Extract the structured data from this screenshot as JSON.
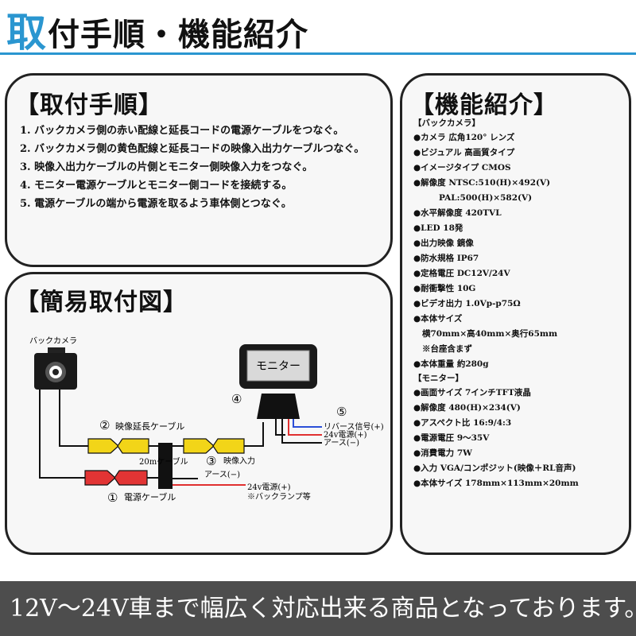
{
  "title": {
    "first": "取",
    "rest": "付手順・機能紹介"
  },
  "steps": {
    "heading": "【取付手順】",
    "items": [
      "1. バックカメラ側の赤い配線と延長コードの電源ケーブルをつなぐ。",
      "2. バックカメラ側の黄色配線と延長コードの映像入出力ケーブルつなぐ。",
      "3. 映像入出力ケーブルの片側とモニター側映像入力をつなぐ。",
      "4. モニター電源ケーブルとモニター側コードを接続する。",
      "5. 電源ケーブルの端から電源を取るよう車体側とつなぐ。"
    ]
  },
  "diagram": {
    "heading": "【簡易取付図】",
    "camera_label": "バックカメラ",
    "monitor_label": "モニター",
    "num1": "①",
    "label1": "電源ケーブル",
    "num2": "②",
    "label2": "映像延長ケーブル",
    "num3": "③",
    "label3": "映像入力",
    "num4": "④",
    "num5": "⑤",
    "cable_20m": "20mケーブル",
    "earth1": "アース(−)",
    "power24": "24v電源(+)",
    "backlamp": "※バックランプ等",
    "reverse": "リバース信号(+)",
    "power24b": "24v電源(+)",
    "earth2": "アース(−)"
  },
  "specs": {
    "heading": "【機能紹介】",
    "lines": [
      {
        "text": "【バックカメラ】",
        "type": "sec"
      },
      {
        "text": "●カメラ 広角120° レンズ",
        "type": "item"
      },
      {
        "text": "●ビジュアル 高画質タイプ",
        "type": "item"
      },
      {
        "text": "●イメージタイプ CMOS",
        "type": "item"
      },
      {
        "text": "●解像度 NTSC:510(H)×492(V)",
        "type": "item"
      },
      {
        "text": "PAL:500(H)×582(V)",
        "type": "indent2"
      },
      {
        "text": "●水平解像度 420TVL",
        "type": "item"
      },
      {
        "text": "●LED 18発",
        "type": "item"
      },
      {
        "text": "●出力映像 鏡像",
        "type": "item"
      },
      {
        "text": "●防水規格 IP67",
        "type": "item"
      },
      {
        "text": "●定格電圧 DC12V/24V",
        "type": "item"
      },
      {
        "text": "●耐衝撃性 10G",
        "type": "item"
      },
      {
        "text": "●ビデオ出力 1.0Vp-p75Ω",
        "type": "item"
      },
      {
        "text": "●本体サイズ",
        "type": "item"
      },
      {
        "text": "横70mm×高40mm×奥行65mm",
        "type": "indent"
      },
      {
        "text": "※台座含まず",
        "type": "indent"
      },
      {
        "text": "●本体重量 約280g",
        "type": "item"
      },
      {
        "text": "【モニター】",
        "type": "sec"
      },
      {
        "text": "●画面サイズ 7インチTFT液晶",
        "type": "item"
      },
      {
        "text": "●解像度 480(H)×234(V)",
        "type": "item"
      },
      {
        "text": "●アスペクト比 16:9/4:3",
        "type": "item"
      },
      {
        "text": "●電源電圧 9～35V",
        "type": "item"
      },
      {
        "text": "●消費電力 7W",
        "type": "item"
      },
      {
        "text": "●入力 VGA/コンポジット(映像＋RL音声)",
        "type": "item"
      },
      {
        "text": "●本体サイズ 178mm×113mm×20mm",
        "type": "item"
      }
    ]
  },
  "footer": {
    "text": "12V～24V車まで幅広く対応出来る商品となっております。"
  },
  "colors": {
    "accent": "#2a96d0",
    "yellow_plug": "#f2d518",
    "red_plug": "#e23434",
    "blue_wire": "#2b4fd8",
    "red_wire": "#e03030"
  }
}
